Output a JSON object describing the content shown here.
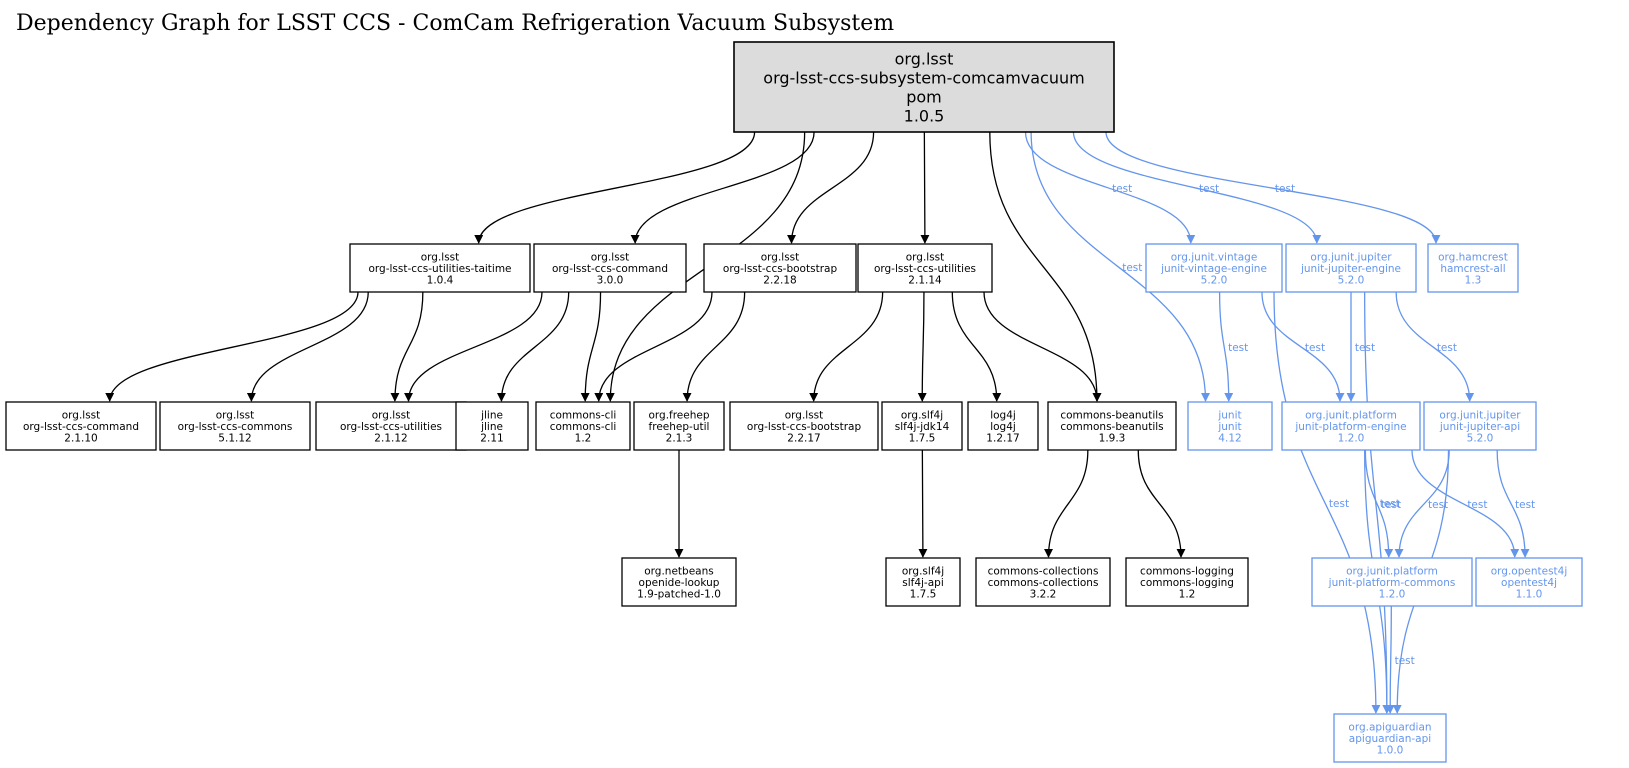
{
  "title": "Dependency Graph for LSST CCS - ComCam Refrigeration Vacuum Subsystem",
  "colors": {
    "compile": "#000000",
    "test": "#6495ed",
    "root_fill": "#dcdcdc"
  },
  "root": {
    "id": "root",
    "lines": [
      "org.lsst",
      "org-lsst-ccs-subsystem-comcamvacuum",
      "pom",
      "1.0.5"
    ]
  },
  "nodes": [
    {
      "id": "taitime",
      "lines": [
        "org.lsst",
        "org-lsst-ccs-utilities-taitime",
        "1.0.4"
      ],
      "scope": "compile"
    },
    {
      "id": "command300",
      "lines": [
        "org.lsst",
        "org-lsst-ccs-command",
        "3.0.0"
      ],
      "scope": "compile"
    },
    {
      "id": "bootstrap2218",
      "lines": [
        "org.lsst",
        "org-lsst-ccs-bootstrap",
        "2.2.18"
      ],
      "scope": "compile"
    },
    {
      "id": "utilities2114",
      "lines": [
        "org.lsst",
        "org-lsst-ccs-utilities",
        "2.1.14"
      ],
      "scope": "compile"
    },
    {
      "id": "vintage",
      "lines": [
        "org.junit.vintage",
        "junit-vintage-engine",
        "5.2.0"
      ],
      "scope": "test"
    },
    {
      "id": "jupiterEngine",
      "lines": [
        "org.junit.jupiter",
        "junit-jupiter-engine",
        "5.2.0"
      ],
      "scope": "test"
    },
    {
      "id": "hamcrest",
      "lines": [
        "org.hamcrest",
        "hamcrest-all",
        "1.3"
      ],
      "scope": "test"
    },
    {
      "id": "command2110",
      "lines": [
        "org.lsst",
        "org-lsst-ccs-command",
        "2.1.10"
      ],
      "scope": "compile"
    },
    {
      "id": "commons5112",
      "lines": [
        "org.lsst",
        "org-lsst-ccs-commons",
        "5.1.12"
      ],
      "scope": "compile"
    },
    {
      "id": "utilities2112",
      "lines": [
        "org.lsst",
        "org-lsst-ccs-utilities",
        "2.1.12"
      ],
      "scope": "compile"
    },
    {
      "id": "jline",
      "lines": [
        "jline",
        "jline",
        "2.11"
      ],
      "scope": "compile"
    },
    {
      "id": "commonscli",
      "lines": [
        "commons-cli",
        "commons-cli",
        "1.2"
      ],
      "scope": "compile"
    },
    {
      "id": "freehep",
      "lines": [
        "org.freehep",
        "freehep-util",
        "2.1.3"
      ],
      "scope": "compile"
    },
    {
      "id": "bootstrap2217",
      "lines": [
        "org.lsst",
        "org-lsst-ccs-bootstrap",
        "2.2.17"
      ],
      "scope": "compile"
    },
    {
      "id": "slf4jjdk",
      "lines": [
        "org.slf4j",
        "slf4j-jdk14",
        "1.7.5"
      ],
      "scope": "compile"
    },
    {
      "id": "log4j",
      "lines": [
        "log4j",
        "log4j",
        "1.2.17"
      ],
      "scope": "compile"
    },
    {
      "id": "beanutils",
      "lines": [
        "commons-beanutils",
        "commons-beanutils",
        "1.9.3"
      ],
      "scope": "compile"
    },
    {
      "id": "junit",
      "lines": [
        "junit",
        "junit",
        "4.12"
      ],
      "scope": "test"
    },
    {
      "id": "platformEngine",
      "lines": [
        "org.junit.platform",
        "junit-platform-engine",
        "1.2.0"
      ],
      "scope": "test"
    },
    {
      "id": "jupiterApi",
      "lines": [
        "org.junit.jupiter",
        "junit-jupiter-api",
        "5.2.0"
      ],
      "scope": "test"
    },
    {
      "id": "openide",
      "lines": [
        "org.netbeans",
        "openide-lookup",
        "1.9-patched-1.0"
      ],
      "scope": "compile"
    },
    {
      "id": "slf4japi",
      "lines": [
        "org.slf4j",
        "slf4j-api",
        "1.7.5"
      ],
      "scope": "compile"
    },
    {
      "id": "collections",
      "lines": [
        "commons-collections",
        "commons-collections",
        "3.2.2"
      ],
      "scope": "compile"
    },
    {
      "id": "logging",
      "lines": [
        "commons-logging",
        "commons-logging",
        "1.2"
      ],
      "scope": "compile"
    },
    {
      "id": "platformCommons",
      "lines": [
        "org.junit.platform",
        "junit-platform-commons",
        "1.2.0"
      ],
      "scope": "test"
    },
    {
      "id": "opentest4j",
      "lines": [
        "org.opentest4j",
        "opentest4j",
        "1.1.0"
      ],
      "scope": "test"
    },
    {
      "id": "apiguardian",
      "lines": [
        "org.apiguardian",
        "apiguardian-api",
        "1.0.0"
      ],
      "scope": "test"
    }
  ],
  "edges": [
    {
      "from": "root",
      "to": "taitime",
      "scope": "compile",
      "label": ""
    },
    {
      "from": "root",
      "to": "command300",
      "scope": "compile",
      "label": ""
    },
    {
      "from": "root",
      "to": "commonscli",
      "scope": "compile",
      "label": ""
    },
    {
      "from": "root",
      "to": "bootstrap2218",
      "scope": "compile",
      "label": ""
    },
    {
      "from": "root",
      "to": "utilities2114",
      "scope": "compile",
      "label": ""
    },
    {
      "from": "root",
      "to": "beanutils",
      "scope": "compile",
      "label": ""
    },
    {
      "from": "root",
      "to": "junit",
      "scope": "test",
      "label": "test"
    },
    {
      "from": "root",
      "to": "vintage",
      "scope": "test",
      "label": "test"
    },
    {
      "from": "root",
      "to": "jupiterEngine",
      "scope": "test",
      "label": "test"
    },
    {
      "from": "root",
      "to": "hamcrest",
      "scope": "test",
      "label": "test"
    },
    {
      "from": "taitime",
      "to": "command2110",
      "scope": "compile",
      "label": ""
    },
    {
      "from": "taitime",
      "to": "commons5112",
      "scope": "compile",
      "label": ""
    },
    {
      "from": "taitime",
      "to": "utilities2112",
      "scope": "compile",
      "label": ""
    },
    {
      "from": "command300",
      "to": "utilities2112",
      "scope": "compile",
      "label": ""
    },
    {
      "from": "command300",
      "to": "jline",
      "scope": "compile",
      "label": ""
    },
    {
      "from": "command300",
      "to": "commonscli",
      "scope": "compile",
      "label": ""
    },
    {
      "from": "bootstrap2218",
      "to": "commonscli",
      "scope": "compile",
      "label": ""
    },
    {
      "from": "bootstrap2218",
      "to": "freehep",
      "scope": "compile",
      "label": ""
    },
    {
      "from": "utilities2114",
      "to": "bootstrap2217",
      "scope": "compile",
      "label": ""
    },
    {
      "from": "utilities2114",
      "to": "slf4jjdk",
      "scope": "compile",
      "label": ""
    },
    {
      "from": "utilities2114",
      "to": "log4j",
      "scope": "compile",
      "label": ""
    },
    {
      "from": "utilities2114",
      "to": "beanutils",
      "scope": "compile",
      "label": ""
    },
    {
      "from": "freehep",
      "to": "openide",
      "scope": "compile",
      "label": ""
    },
    {
      "from": "slf4jjdk",
      "to": "slf4japi",
      "scope": "compile",
      "label": ""
    },
    {
      "from": "beanutils",
      "to": "collections",
      "scope": "compile",
      "label": ""
    },
    {
      "from": "beanutils",
      "to": "logging",
      "scope": "compile",
      "label": ""
    },
    {
      "from": "vintage",
      "to": "junit",
      "scope": "test",
      "label": "test"
    },
    {
      "from": "vintage",
      "to": "platformEngine",
      "scope": "test",
      "label": "test"
    },
    {
      "from": "vintage",
      "to": "apiguardian",
      "scope": "test",
      "label": "test"
    },
    {
      "from": "jupiterEngine",
      "to": "platformEngine",
      "scope": "test",
      "label": "test"
    },
    {
      "from": "jupiterEngine",
      "to": "jupiterApi",
      "scope": "test",
      "label": "test"
    },
    {
      "from": "jupiterEngine",
      "to": "apiguardian",
      "scope": "test",
      "label": "test"
    },
    {
      "from": "platformEngine",
      "to": "platformCommons",
      "scope": "test",
      "label": "test"
    },
    {
      "from": "platformEngine",
      "to": "opentest4j",
      "scope": "test",
      "label": "test"
    },
    {
      "from": "platformEngine",
      "to": "apiguardian",
      "scope": "test",
      "label": "test"
    },
    {
      "from": "jupiterApi",
      "to": "platformCommons",
      "scope": "test",
      "label": "test"
    },
    {
      "from": "jupiterApi",
      "to": "opentest4j",
      "scope": "test",
      "label": "test"
    },
    {
      "from": "jupiterApi",
      "to": "apiguardian",
      "scope": "test",
      "label": "test"
    },
    {
      "from": "platformCommons",
      "to": "apiguardian",
      "scope": "test",
      "label": "test"
    }
  ]
}
